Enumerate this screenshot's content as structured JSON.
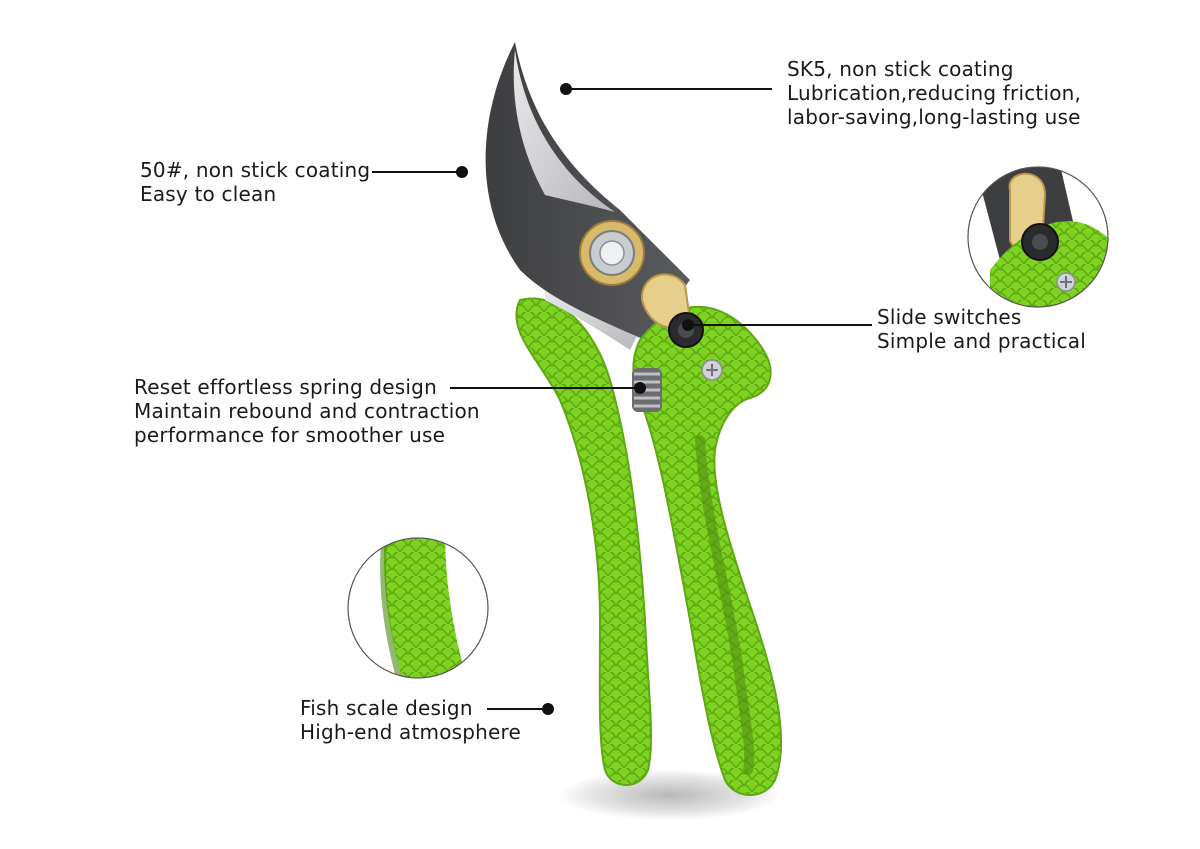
{
  "product": {
    "name_icon": "pruning-shears-illustration",
    "colors": {
      "handle_green": "#7ED321",
      "handle_dark_green": "#5fa814",
      "blade_dark": "#4a4b4d",
      "blade_edge": "#c9cacc",
      "brass": "#d9b96a",
      "text": "#1a1a1a",
      "line": "#111111"
    }
  },
  "callouts": {
    "sk5": {
      "line1": "SK5, non stick coating",
      "line2": "Lubrication,reducing friction,",
      "line3": "labor-saving,long-lasting use"
    },
    "fifty": {
      "line1": "50#, non stick coating",
      "line2": "Easy to clean"
    },
    "slide": {
      "line1": "Slide switches",
      "line2": "Simple and practical"
    },
    "spring": {
      "line1": "Reset effortless spring design",
      "line2": "Maintain rebound and contraction",
      "line3": "performance for smoother use"
    },
    "fish": {
      "line1": "Fish scale design",
      "line2": "High-end atmosphere"
    }
  },
  "detail_insets": {
    "slide_switch_closeup_icon": "slide-switch-closeup",
    "fish_scale_closeup_icon": "fish-scale-closeup"
  }
}
